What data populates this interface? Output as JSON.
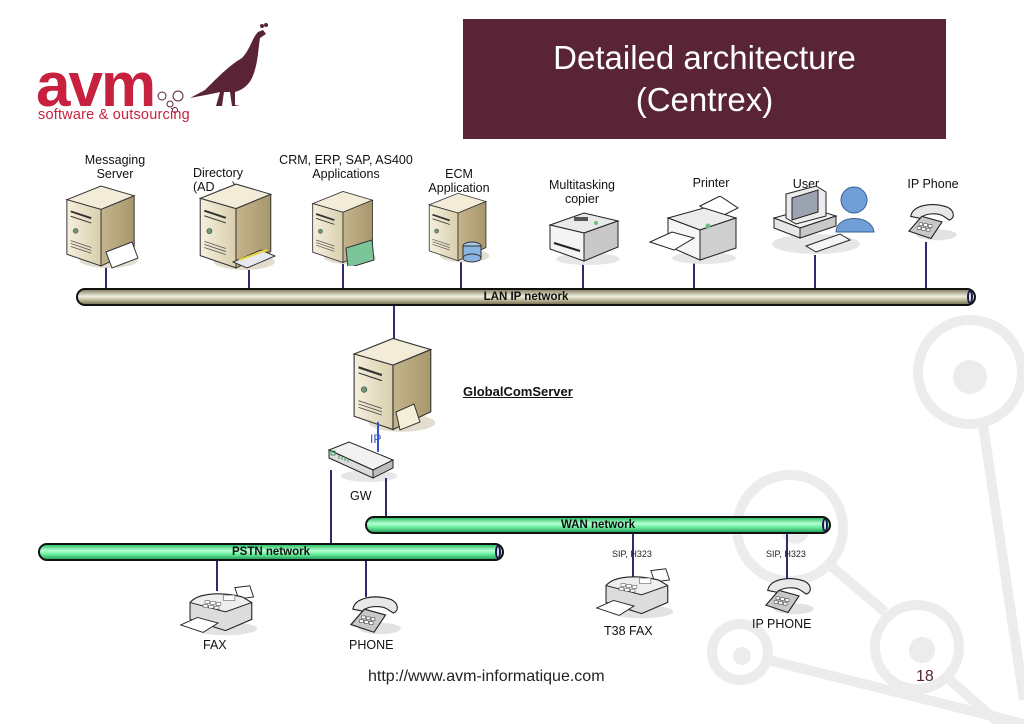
{
  "header": {
    "title_line1": "Detailed architecture",
    "title_line2": "(Centrex)",
    "title_bg": "#582436"
  },
  "logo": {
    "brand": "avm",
    "tagline": "software & outsourcing",
    "brand_color": "#c8203f"
  },
  "lan_devices": [
    {
      "label": "Messaging\nServer",
      "icon": "server-mail-icon"
    },
    {
      "label": "Directory\n(AD ... )",
      "icon": "server-directory-icon"
    },
    {
      "label": "CRM, ERP, SAP, AS400\nApplications",
      "icon": "server-app-icon"
    },
    {
      "label": "ECM\nApplication",
      "icon": "server-database-icon"
    },
    {
      "label": "Multitasking\ncopier",
      "icon": "copier-icon"
    },
    {
      "label": "Printer",
      "icon": "printer-icon"
    },
    {
      "label": "User",
      "icon": "user-workstation-icon"
    },
    {
      "label": "IP Phone",
      "icon": "ip-phone-icon"
    }
  ],
  "networks": {
    "lan": "LAN IP network",
    "wan": "WAN network",
    "pstn": "PSTN network"
  },
  "core": {
    "server_label": "GlobalComServer",
    "link_label": "IP",
    "gateway_label": "GW"
  },
  "pstn_devices": [
    {
      "label": "FAX",
      "icon": "fax-icon"
    },
    {
      "label": "PHONE",
      "icon": "phone-icon"
    }
  ],
  "wan_devices": [
    {
      "label": "T38 FAX",
      "protocol": "SIP, H323",
      "icon": "fax-icon"
    },
    {
      "label": "IP PHONE",
      "protocol": "SIP, H323",
      "icon": "phone-icon"
    }
  ],
  "footer": {
    "url": "http://www.avm-informatique.com",
    "page": "18"
  }
}
